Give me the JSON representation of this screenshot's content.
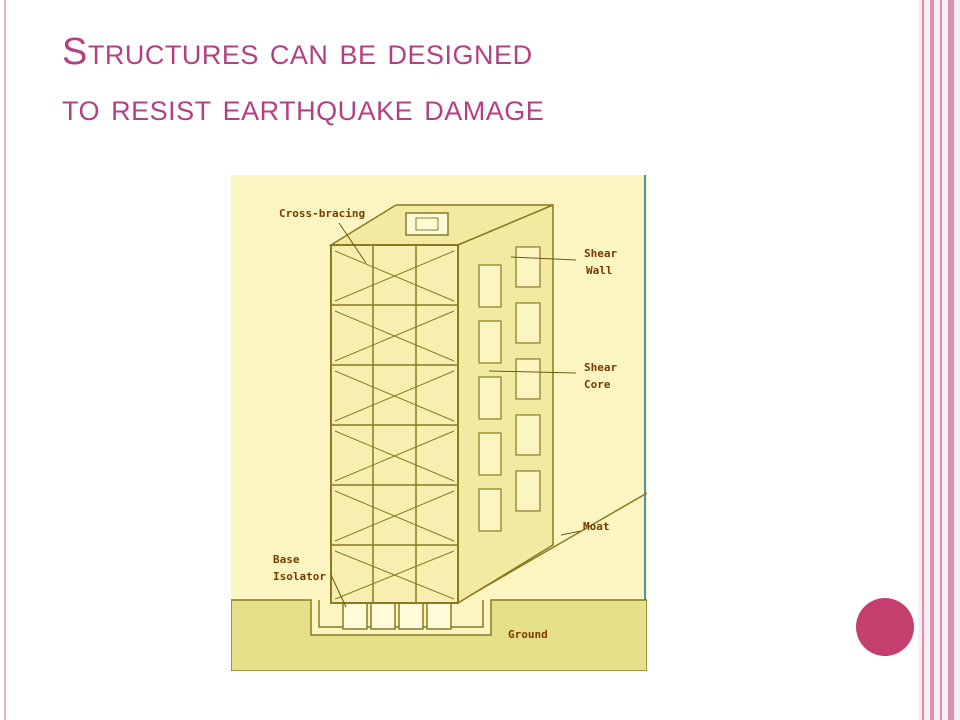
{
  "slide": {
    "title_line1": "Structures can be designed",
    "title_line2": "to resist earthquake damage",
    "accent_color": "#b53f83",
    "dot_color": "#c43f6e"
  },
  "diagram": {
    "background_color": "#fbf5c2",
    "labels": {
      "cross_bracing": "Cross-bracing",
      "shear_wall_1": "Shear",
      "shear_wall_2": "Wall",
      "shear_core_1": "Shear",
      "shear_core_2": "Core",
      "moat": "Moat",
      "base_isolator_1": "Base",
      "base_isolator_2": "Isolator",
      "ground": "Ground"
    }
  }
}
